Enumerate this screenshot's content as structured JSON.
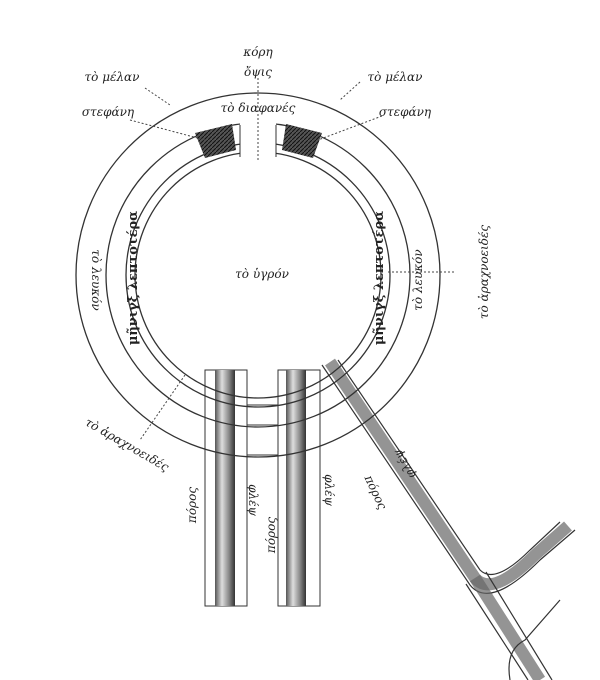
{
  "labels": {
    "kore": "κόρη",
    "opsis": "ὄψις",
    "melan_left": "τὸ μέλαν",
    "melan_right": "τὸ μέλαν",
    "stephane_left": "στεφάνη",
    "stephane_right": "στεφάνη",
    "diaphanes": "τὸ διαφανές",
    "meninx_left": "μῆνιγξ λεπτοτέρα",
    "meninx_right": "μῆνιγξ λεπτοτέρα",
    "leukon_left": "τὸ λευκόν",
    "leukon_right": "τὸ λευκόν",
    "hygron": "τὸ ὑγρόν",
    "arachnoeides_left": "τὸ ἀραχνοειδές",
    "arachnoeides_right": "τὸ ἀραχνοειδές",
    "poros_left": "πόρος",
    "phleps_mid": "φλέψ",
    "poros_mid": "πόρος",
    "phleps_right": "φλέψ",
    "phleps_diag": "φλέψ",
    "poros_diag": "πόρος"
  },
  "colors": {
    "ink": "#222222",
    "vessel_shade": "#777777"
  }
}
